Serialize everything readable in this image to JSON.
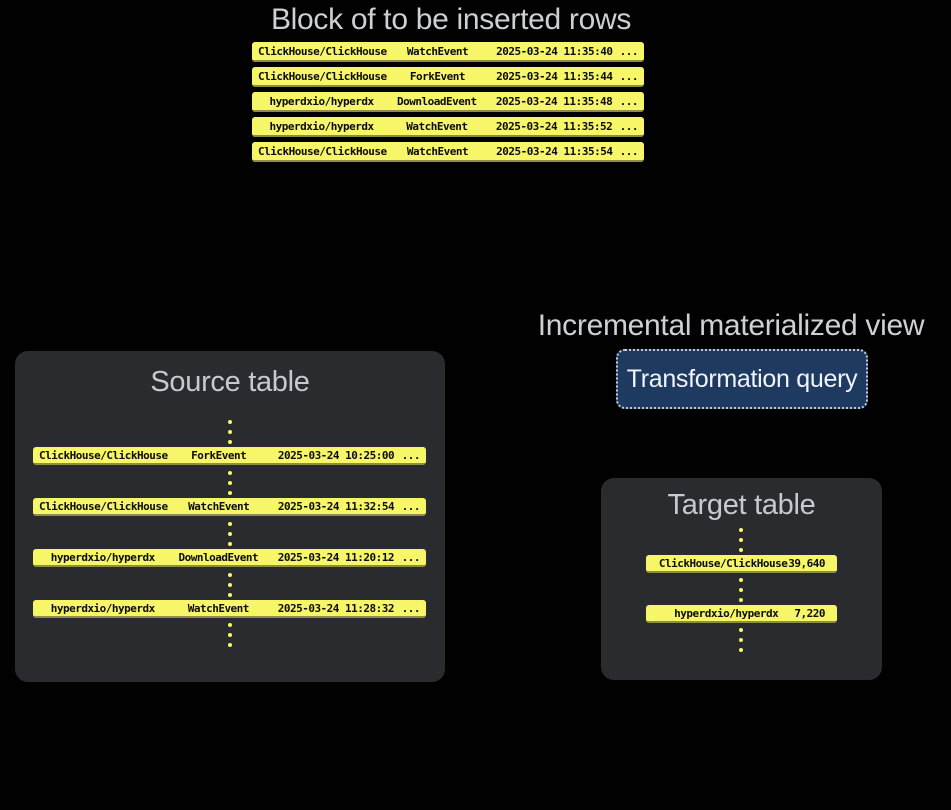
{
  "colors": {
    "background": "#010101",
    "panel": "#2a2b2f",
    "row_yellow": "#f7f669",
    "row_edge_olive": "#8d8d44",
    "button_navy": "#1e3a61",
    "title_gray": "#cdd0d4"
  },
  "insert_block": {
    "title": "Block of to be inserted rows",
    "rows": [
      {
        "repo": "ClickHouse/ClickHouse",
        "event": "WatchEvent",
        "timestamp": "2025-03-24 11:35:40",
        "more": "..."
      },
      {
        "repo": "ClickHouse/ClickHouse",
        "event": "ForkEvent",
        "timestamp": "2025-03-24 11:35:44",
        "more": "..."
      },
      {
        "repo": "hyperdxio/hyperdx",
        "event": "DownloadEvent",
        "timestamp": "2025-03-24 11:35:48",
        "more": "..."
      },
      {
        "repo": "hyperdxio/hyperdx",
        "event": "WatchEvent",
        "timestamp": "2025-03-24 11:35:52",
        "more": "..."
      },
      {
        "repo": "ClickHouse/ClickHouse",
        "event": "WatchEvent",
        "timestamp": "2025-03-24 11:35:54",
        "more": "..."
      }
    ]
  },
  "source_table": {
    "title": "Source table",
    "rows": [
      {
        "repo": "ClickHouse/ClickHouse",
        "event": "ForkEvent",
        "timestamp": "2025-03-24 10:25:00",
        "more": "..."
      },
      {
        "repo": "ClickHouse/ClickHouse",
        "event": "WatchEvent",
        "timestamp": "2025-03-24 11:32:54",
        "more": "..."
      },
      {
        "repo": "hyperdxio/hyperdx",
        "event": "DownloadEvent",
        "timestamp": "2025-03-24 11:20:12",
        "more": "..."
      },
      {
        "repo": "hyperdxio/hyperdx",
        "event": "WatchEvent",
        "timestamp": "2025-03-24 11:28:32",
        "more": "..."
      }
    ]
  },
  "materialized_view": {
    "title": "Incremental materialized view",
    "button_label": "Transformation query"
  },
  "target_table": {
    "title": "Target table",
    "rows": [
      {
        "repo": "ClickHouse/ClickHouse",
        "count": "39,640"
      },
      {
        "repo": "hyperdxio/hyperdx",
        "count": "7,220"
      }
    ]
  }
}
